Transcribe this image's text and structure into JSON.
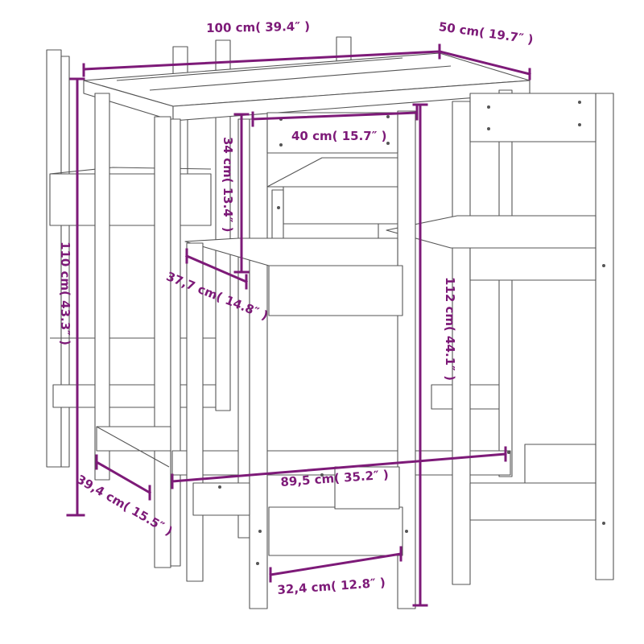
{
  "diagram": {
    "title": "Bar table with 4 bar stools - dimensions",
    "colors": {
      "dimension_line": "#7d1a78",
      "outline": "#555555",
      "background": "#ffffff"
    },
    "dimensions": {
      "table_width": "100 cm( 39.4″ )",
      "table_depth": "50 cm( 19.7″ )",
      "table_height": "110 cm( 43.3″ )",
      "table_foot_depth": "39,4 cm( 15.5″ )",
      "table_foot_width": "89,5 cm( 35.2″ )",
      "stool_back_width": "40 cm( 15.7″ )",
      "stool_back_height": "34 cm( 13.4″ )",
      "stool_seat_depth": "37,7 cm( 14.8″ )",
      "stool_height": "112 cm( 44.1″ )",
      "stool_foot_width": "32,4 cm( 12.8″ )"
    }
  }
}
